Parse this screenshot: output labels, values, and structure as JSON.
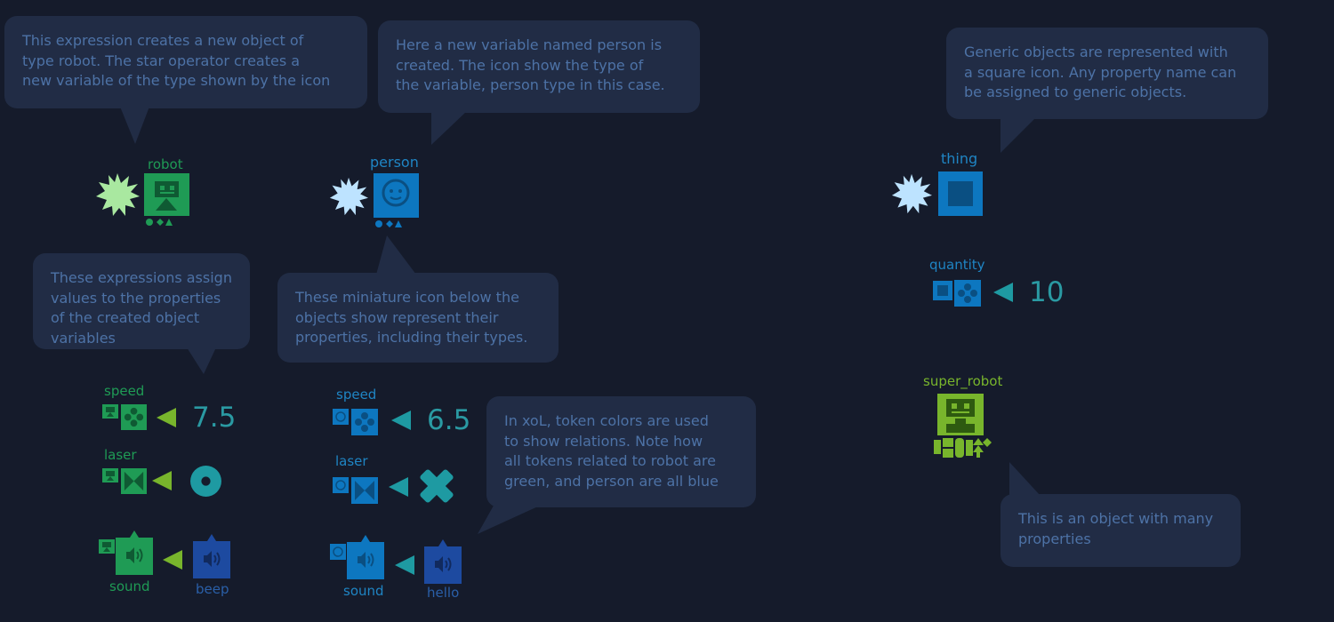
{
  "callouts": {
    "robot": "This expression creates a new object of\ntype robot. The star operator creates a\nnew variable of the type shown by the icon",
    "person": "Here a new variable named person is\ncreated. The icon show the type of\nthe variable, person type in this case.",
    "thing": "Generic objects are represented with\na square icon. Any property name can\nbe assigned to generic objects.",
    "assign": "These expressions assign\nvalues to the properties\nof the created object\nvariables",
    "mini": "These miniature icon below the\nobjects show represent their\nproperties, including their types.",
    "colors": "In xoL, token colors are used\nto show relations. Note how\nall tokens related to robot are\ngreen, and person are all blue",
    "many": "This is an object with many\nproperties"
  },
  "labels": {
    "robot": "robot",
    "person": "person",
    "thing": "thing",
    "quantity": "quantity",
    "super_robot": "super_robot",
    "robot_speed": "speed",
    "robot_laser": "laser",
    "robot_sound": "sound",
    "robot_beep": "beep",
    "person_speed": "speed",
    "person_laser": "laser",
    "person_sound": "sound",
    "person_hello": "hello"
  },
  "values": {
    "robot_speed": "7.5",
    "person_speed": "6.5",
    "quantity": "10"
  },
  "colors": {
    "background": "#151b2b",
    "callout": "#212c45",
    "callout_text": "#4d72a6",
    "robot_green": "#1f9b55",
    "person_blue": "#0d77c0",
    "sound_navy": "#1d4aa0",
    "teal": "#1e9aa2",
    "lime": "#78b52c",
    "star_light": "#a9e8a0",
    "star_blue": "#bde3ff"
  }
}
